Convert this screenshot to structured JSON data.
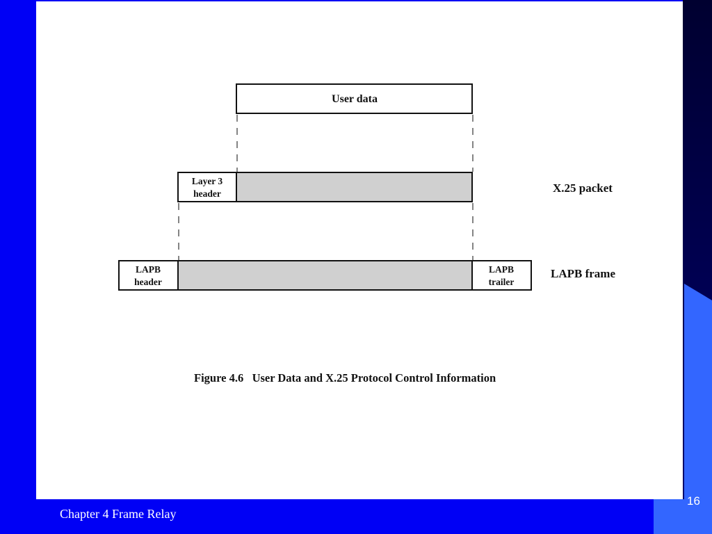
{
  "colors": {
    "slide_background": "#0000f5",
    "panel": "#ffffff",
    "right_band": "#000040",
    "accent_shape": "#3366ff",
    "box_fill": "#d0d0d0",
    "stroke": "#111111"
  },
  "diagram": {
    "user_data": "User data",
    "x25": {
      "header_line1": "Layer 3",
      "header_line2": "header",
      "label": "X.25 packet"
    },
    "lapb": {
      "header_line1": "LAPB",
      "header_line2": "header",
      "trailer_line1": "LAPB",
      "trailer_line2": "trailer",
      "label": "LAPB frame"
    },
    "caption": "Figure 4.6   User Data and X.25 Protocol Control Information"
  },
  "footer": {
    "title": "Chapter 4 Frame Relay",
    "page_number": "16"
  }
}
